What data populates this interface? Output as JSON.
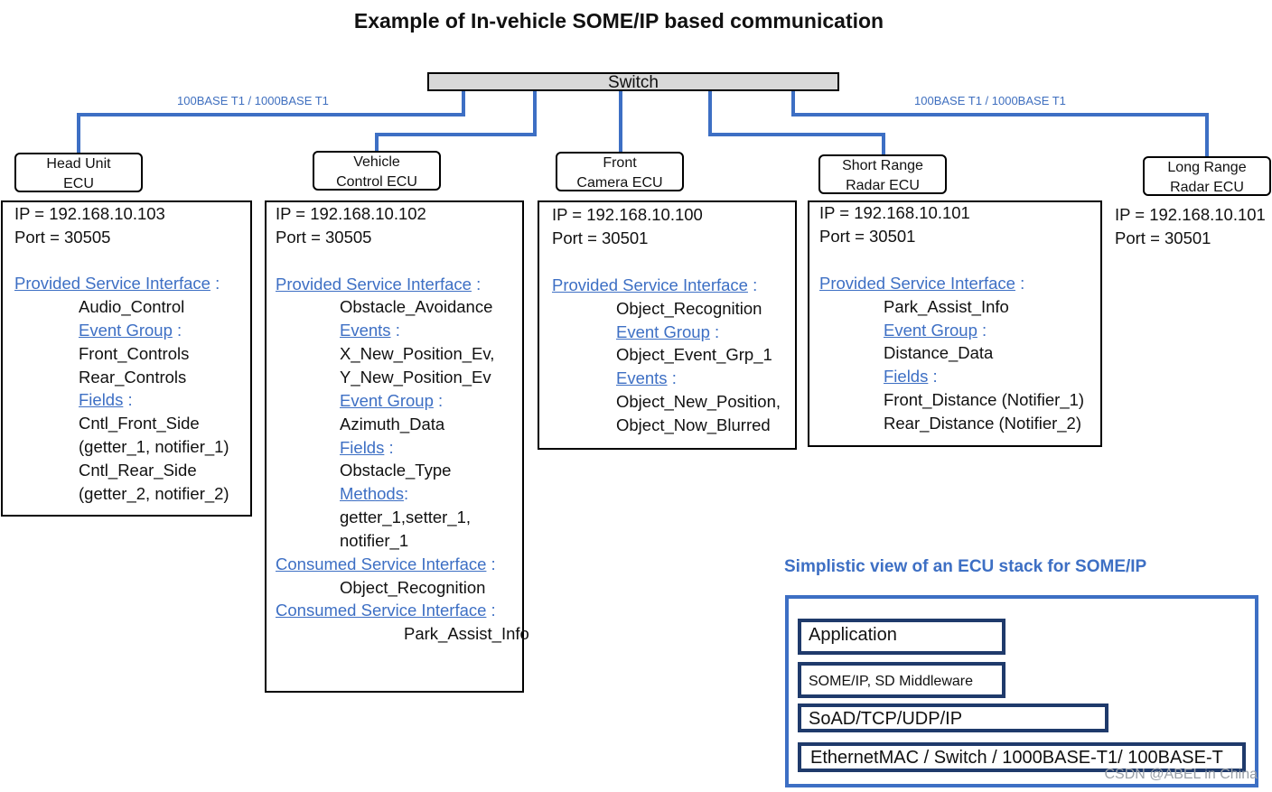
{
  "title": "Example of In-vehicle SOME/IP based communication",
  "switch": {
    "label": "Switch"
  },
  "links": {
    "left": "100BASE T1 / 1000BASE T1",
    "right": "100BASE T1 / 1000BASE T1"
  },
  "ecus": [
    {
      "name": "Head Unit ECU",
      "label_lines": [
        "Head Unit",
        "ECU"
      ],
      "lines": [
        {
          "text": "IP = 192.168.10.103",
          "kind": "text",
          "indent": 0
        },
        {
          "text": "Port = 30505",
          "kind": "text",
          "indent": 0
        },
        {
          "text": "",
          "kind": "text",
          "indent": 0
        },
        {
          "text": "Provided Service Interface",
          "kind": "header",
          "indent": 0
        },
        {
          "text": "Audio_Control",
          "kind": "text",
          "indent": 1
        },
        {
          "text": "Event Group",
          "kind": "header",
          "indent": 1
        },
        {
          "text": "Front_Controls",
          "kind": "text",
          "indent": 1
        },
        {
          "text": "Rear_Controls",
          "kind": "text",
          "indent": 1
        },
        {
          "text": "Fields",
          "kind": "header",
          "indent": 1
        },
        {
          "text": "Cntl_Front_Side",
          "kind": "text",
          "indent": 1
        },
        {
          "text": "(getter_1, notifier_1)",
          "kind": "text",
          "indent": 1
        },
        {
          "text": "Cntl_Rear_Side",
          "kind": "text",
          "indent": 1
        },
        {
          "text": "(getter_2, notifier_2)",
          "kind": "text",
          "indent": 1
        }
      ]
    },
    {
      "name": "Vehicle Control ECU",
      "label_lines": [
        "Vehicle",
        "Control ECU"
      ],
      "lines": [
        {
          "text": "IP = 192.168.10.102",
          "kind": "text",
          "indent": 0
        },
        {
          "text": "Port = 30505",
          "kind": "text",
          "indent": 0
        },
        {
          "text": "",
          "kind": "text",
          "indent": 0
        },
        {
          "text": "Provided Service Interface",
          "kind": "header",
          "indent": 0
        },
        {
          "text": "Obstacle_Avoidance",
          "kind": "text",
          "indent": 1
        },
        {
          "text": "Events",
          "kind": "header",
          "indent": 1
        },
        {
          "text": "X_New_Position_Ev,",
          "kind": "text",
          "indent": 1
        },
        {
          "text": "Y_New_Position_Ev",
          "kind": "text",
          "indent": 1
        },
        {
          "text": "Event Group",
          "kind": "header",
          "indent": 1
        },
        {
          "text": "Azimuth_Data",
          "kind": "text",
          "indent": 1
        },
        {
          "text": "Fields",
          "kind": "header",
          "indent": 1
        },
        {
          "text": "Obstacle_Type",
          "kind": "text",
          "indent": 1
        },
        {
          "text": "Methods",
          "kind": "header-tight",
          "indent": 1
        },
        {
          "text": "getter_1,setter_1,",
          "kind": "text",
          "indent": 1
        },
        {
          "text": "notifier_1",
          "kind": "text",
          "indent": 1
        },
        {
          "text": "Consumed Service Interface",
          "kind": "header",
          "indent": 0
        },
        {
          "text": "Object_Recognition",
          "kind": "text",
          "indent": 1
        },
        {
          "text": "Consumed Service Interface",
          "kind": "header",
          "indent": 0
        },
        {
          "text": "Park_Assist_Info",
          "kind": "text",
          "indent": 2
        }
      ]
    },
    {
      "name": "Front Camera ECU",
      "label_lines": [
        "Front",
        "Camera ECU"
      ],
      "lines": [
        {
          "text": "IP = 192.168.10.100",
          "kind": "text",
          "indent": 0
        },
        {
          "text": "Port = 30501",
          "kind": "text",
          "indent": 0
        },
        {
          "text": "",
          "kind": "text",
          "indent": 0
        },
        {
          "text": "Provided Service Interface",
          "kind": "header",
          "indent": 0
        },
        {
          "text": "Object_Recognition",
          "kind": "text",
          "indent": 1
        },
        {
          "text": "Event Group",
          "kind": "header",
          "indent": 1
        },
        {
          "text": "Object_Event_Grp_1",
          "kind": "text",
          "indent": 1
        },
        {
          "text": "Events",
          "kind": "header",
          "indent": 1
        },
        {
          "text": "Object_New_Position,",
          "kind": "text",
          "indent": 1
        },
        {
          "text": "Object_Now_Blurred",
          "kind": "text",
          "indent": 1
        }
      ]
    },
    {
      "name": "Short Range Radar ECU",
      "label_lines": [
        "Short Range",
        "Radar ECU"
      ],
      "lines": [
        {
          "text": "IP = 192.168.10.101",
          "kind": "text",
          "indent": 0
        },
        {
          "text": "Port = 30501",
          "kind": "text",
          "indent": 0
        },
        {
          "text": "",
          "kind": "text",
          "indent": 0
        },
        {
          "text": "Provided Service Interface",
          "kind": "header",
          "indent": 0
        },
        {
          "text": "Park_Assist_Info",
          "kind": "text",
          "indent": 1
        },
        {
          "text": "Event Group",
          "kind": "header",
          "indent": 1
        },
        {
          "text": "Distance_Data",
          "kind": "text",
          "indent": 1
        },
        {
          "text": "Fields",
          "kind": "header",
          "indent": 1
        },
        {
          "text": "Front_Distance (Notifier_1)",
          "kind": "text",
          "indent": 1
        },
        {
          "text": "Rear_Distance (Notifier_2)",
          "kind": "text",
          "indent": 1
        }
      ]
    },
    {
      "name": "Long Range Radar ECU",
      "label_lines": [
        "Long Range",
        "Radar ECU"
      ],
      "lines": [
        {
          "text": "IP = 192.168.10.101",
          "kind": "text",
          "indent": 0
        },
        {
          "text": "Port = 30501",
          "kind": "text",
          "indent": 0
        }
      ]
    }
  ],
  "stack": {
    "title": "Simplistic view of an ECU stack for SOME/IP",
    "layers": [
      "Application",
      "SOME/IP, SD Middleware",
      "SoAD/TCP/UDP/IP",
      "EthernetMAC / Switch / 1000BASE-T1/ 100BASE-T"
    ]
  },
  "watermark": "CSDN @ABEL in China",
  "colors": {
    "wire": "#3d6fc4",
    "link_label": "#3f6fbf",
    "header": "#3d6fc4",
    "stack_border": "#3d6fc4",
    "layer_border": "#1f3a6b",
    "switch_fill": "#d8d8d8"
  }
}
